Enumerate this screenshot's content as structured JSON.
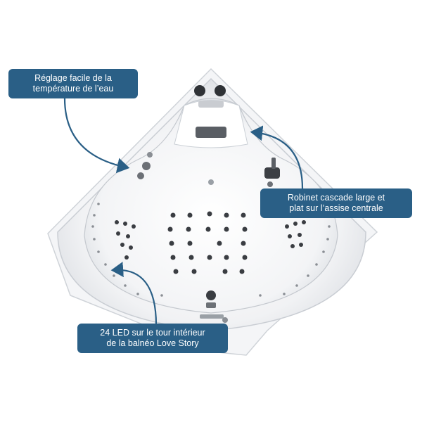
{
  "callouts": {
    "temperature": {
      "line1": "Réglage facile de la",
      "line2": "température de l’eau"
    },
    "faucet": {
      "line1": "Robinet cascade large et",
      "line2": "plat sur l’assise centrale"
    },
    "led": {
      "line1": "24 LED sur le tour intérieur",
      "line2": "de la balnéo Love Story"
    }
  },
  "colors": {
    "callout_bg": "#2a5f86",
    "callout_text": "#ffffff",
    "arrow": "#2a5f86"
  },
  "icons": [
    "bathtub-image",
    "arrow-icon"
  ]
}
